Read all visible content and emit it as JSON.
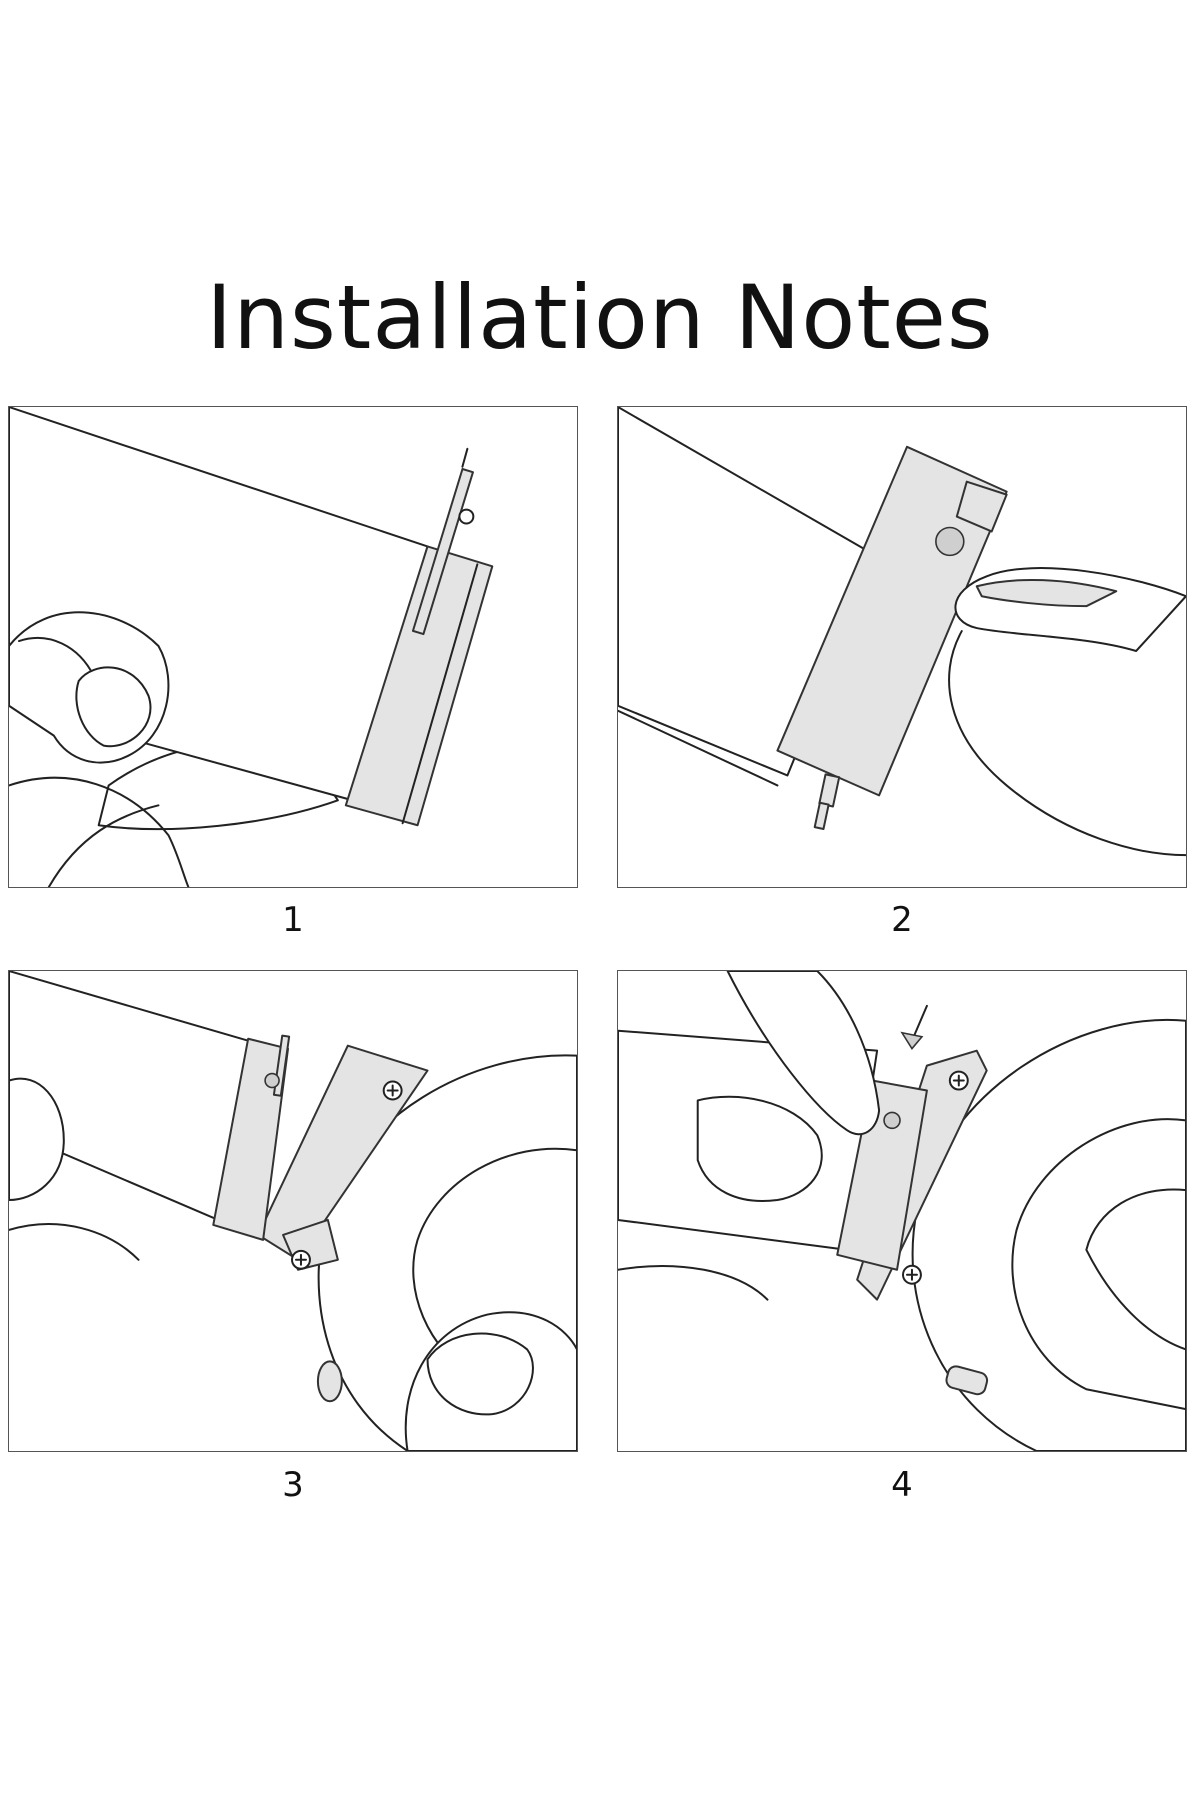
{
  "header": {
    "title": "Installation Notes"
  },
  "steps": [
    {
      "label": "1"
    },
    {
      "label": "2"
    },
    {
      "label": "3"
    },
    {
      "label": "4"
    }
  ],
  "colors": {
    "line": "#222222",
    "metal": "#e4e4e4",
    "background": "#ffffff"
  }
}
